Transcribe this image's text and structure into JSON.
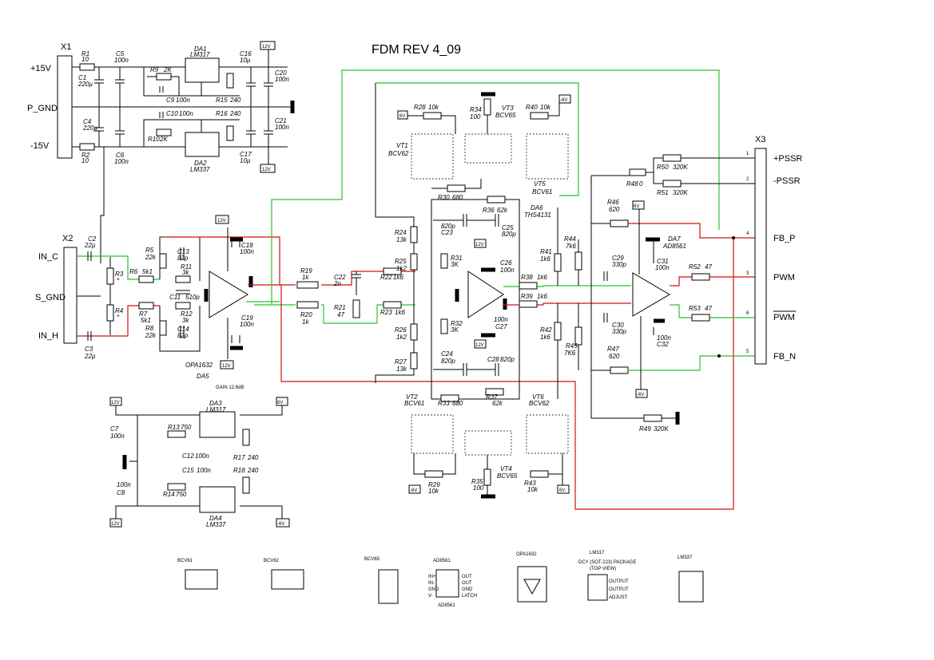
{
  "title": "FDM REV 4_09",
  "connectors": {
    "x1": {
      "name": "X1",
      "pins": [
        "+15V",
        "P_GND",
        "-15V"
      ]
    },
    "x2": {
      "name": "X2",
      "pins": [
        "IN_C",
        "S_GND",
        "IN_H"
      ]
    },
    "x3": {
      "name": "X3",
      "pins": [
        "+PSSR",
        "-PSSR",
        "FB_P",
        "PWM",
        "PWM",
        "FB_N"
      ],
      "pin_numbers": [
        "1",
        "2",
        "4",
        "3",
        "6",
        "5"
      ]
    }
  },
  "rails": {
    "pos": "12V",
    "neg": "12V",
    "pos6": "6V",
    "neg6": "-6V",
    "pos6b": "6V",
    "neg6b": "-6V",
    "p6v": "6V",
    "m6v": "-6V"
  },
  "ics": [
    {
      "ref": "DA1",
      "part": "LM317"
    },
    {
      "ref": "DA2",
      "part": "LM337"
    },
    {
      "ref": "DA3",
      "part": "LM317"
    },
    {
      "ref": "DA4",
      "part": "LM337"
    },
    {
      "ref": "DA5",
      "part": "OPA1632"
    },
    {
      "ref": "DA6",
      "part": "THS4131"
    },
    {
      "ref": "DA7",
      "part": "AD8561"
    }
  ],
  "gain_note": "GAIN 12.6dB",
  "transistors": [
    {
      "ref": "VT1",
      "part": "BCV62"
    },
    {
      "ref": "VT2",
      "part": "BCV61"
    },
    {
      "ref": "VT3",
      "part": "BCV65"
    },
    {
      "ref": "VT4",
      "part": "BCV65"
    },
    {
      "ref": "VT5",
      "part": "BCV61"
    },
    {
      "ref": "VT6",
      "part": "BCV62"
    }
  ],
  "components": {
    "R1": "10",
    "R2": "10",
    "C1": "220µ",
    "C4": "220µ",
    "C5": "100n",
    "C6": "100n",
    "R9": "2K",
    "C9": "100n",
    "R15": "240",
    "C10": "100n",
    "R10": "2K",
    "R16": "240",
    "C16": "10µ",
    "C17": "10µ",
    "C20": "100n",
    "C21": "100n",
    "C2": "22µ",
    "C3": "22µ",
    "R3": "*",
    "R4": "*",
    "R5": "22k",
    "R6": "5k1",
    "R7": "5k1",
    "R8": "22k",
    "R11": "3k",
    "R12": "3k",
    "C11": "510p",
    "C13": "82p",
    "C14": "82p",
    "C18": "100n",
    "C19": "100n",
    "R19": "1k",
    "R20": "1k",
    "C22": "2n",
    "R21": "47",
    "R22": "1k6",
    "R23": "1k6",
    "R24": "13k",
    "R25": "1k2",
    "R26": "1k2",
    "R27": "13k",
    "R28": "10k",
    "R29": "10k",
    "R30": "680",
    "R33": "680",
    "R31": "3K",
    "R32": "3K",
    "R34": "100",
    "R35": "100",
    "R36": "62k",
    "R37": "62k",
    "R40": "10k",
    "R43": "10k",
    "C23": "820p",
    "C24": "820p",
    "C25": "820p",
    "C28": "820p",
    "C26": "100n",
    "C27": "100n",
    "R38": "1k6",
    "R39": "1k6",
    "R41": "1k6",
    "R42": "1k6",
    "R44": "7k6",
    "R45": "7K6",
    "C29": "330p",
    "C30": "330p",
    "C31": "100n",
    "C32": "100n",
    "R46": "620",
    "R47": "620",
    "R48": "0",
    "R49": "320K",
    "R50": "320K",
    "R51": "320K",
    "R52": "47",
    "R53": "47",
    "C7": "100n",
    "C8": "100n",
    "R13": "750",
    "R14": "750",
    "C12": "100n",
    "C15": "100n",
    "R17": "240",
    "R18": "240"
  },
  "legend": [
    {
      "name": "BCV61"
    },
    {
      "name": "BCV62"
    },
    {
      "name": "BCV65"
    },
    {
      "name": "AD8561"
    },
    {
      "name": "OPA1632"
    },
    {
      "name": "LM317",
      "sub1": "DCY (SOT-223) PACKAGE",
      "sub2": "(TOP VIEW)"
    },
    {
      "name": "LM337"
    }
  ],
  "ad8561_pins": [
    "IN+",
    "IN-",
    "GND",
    "V-",
    "OUT",
    "OUT",
    "GND",
    "LATCH"
  ],
  "lm317_pins": [
    "OUTPUT",
    "OUTPUT",
    "ADJUST"
  ],
  "ad_label": "AD8561"
}
